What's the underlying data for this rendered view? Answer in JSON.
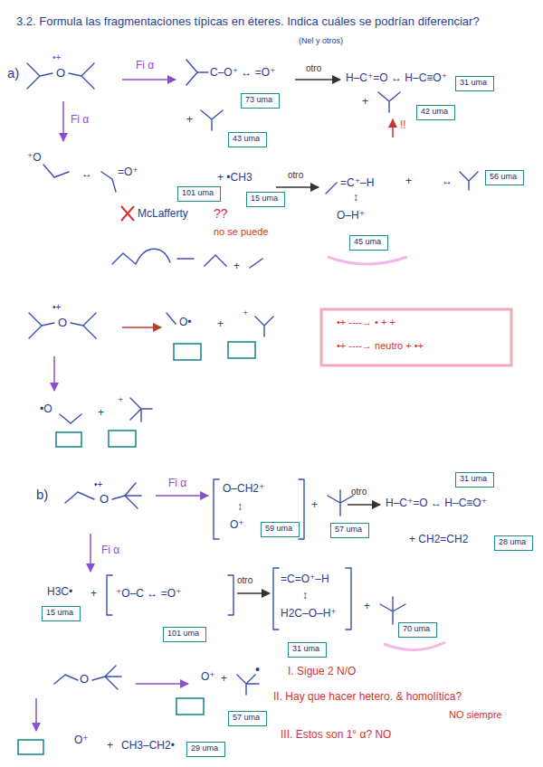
{
  "diagram": {
    "title": "3.2. Formula las fragmentaciones típicas en éteres. Indica cuáles se podrían diferenciar?",
    "nodes": [
      {
        "text": [
          "73 uma"
        ]
      },
      {
        "text": [
          "31 uma"
        ]
      },
      {
        "text": [
          "42 uma"
        ]
      },
      {
        "text": [
          "43 uma"
        ]
      },
      {
        "text": [
          "101 uma"
        ]
      },
      {
        "text": [
          "15 uma"
        ]
      },
      {
        "text": [
          "56 uma"
        ]
      },
      {
        "text": [
          "45 uma"
        ]
      },
      {
        "text": [
          "31 uma"
        ]
      },
      {
        "text": [
          "59 uma"
        ]
      },
      {
        "text": [
          "57 uma"
        ]
      },
      {
        "text": [
          "28 uma"
        ]
      },
      {
        "text": [
          "15 uma"
        ]
      },
      {
        "text": [
          "101 uma"
        ]
      },
      {
        "text": [
          "31 uma"
        ]
      },
      {
        "text": [
          "70 uma"
        ]
      },
      {
        "text": [
          "57 uma"
        ]
      },
      {
        "text": [
          "29 uma"
        ]
      }
    ],
    "labels": [
      "a)",
      "•+",
      "O",
      "Fi α",
      "C–O⁺ ↔ =O⁺",
      "otro",
      "H–C⁺=O ↔ H–C≡O⁺",
      "+",
      "!!",
      "+",
      "Fi α",
      "⁺O",
      "↔",
      "=O⁺",
      "+ •CH3",
      "otro",
      "=C⁺–H",
      "+",
      "↔",
      "↕",
      "O–H⁺",
      "McLafferty",
      "??",
      "no se puede",
      "+",
      "•+ ----→ •  +  +",
      "•+ ----→ neutro + •+",
      "•+",
      "O",
      "O•",
      "+",
      "⁺",
      "•O",
      "+",
      "⁺",
      "b)",
      "•+",
      "O",
      "Fi α",
      "O–CH2⁺",
      "↕",
      "O⁺",
      "+",
      "otro",
      "H–C⁺=O ↔ H–C≡O⁺",
      "+ CH2=CH2",
      "Fi α",
      "H3C•",
      "+",
      "⁺O–C ↔ =O⁺",
      "otro",
      "=C=O⁺–H",
      "↕",
      "H2C–O–H⁺",
      "+",
      "O⁺",
      "+",
      "•",
      "I. Sigue 2 N/O",
      "II. Hay que hacer hetero. & homolítica?",
      "NO siempre",
      "III. Estos son 1° α? NO",
      "O⁺",
      "+",
      "CH3–CH2•",
      "(Nel y otros)",
      "O"
    ]
  }
}
